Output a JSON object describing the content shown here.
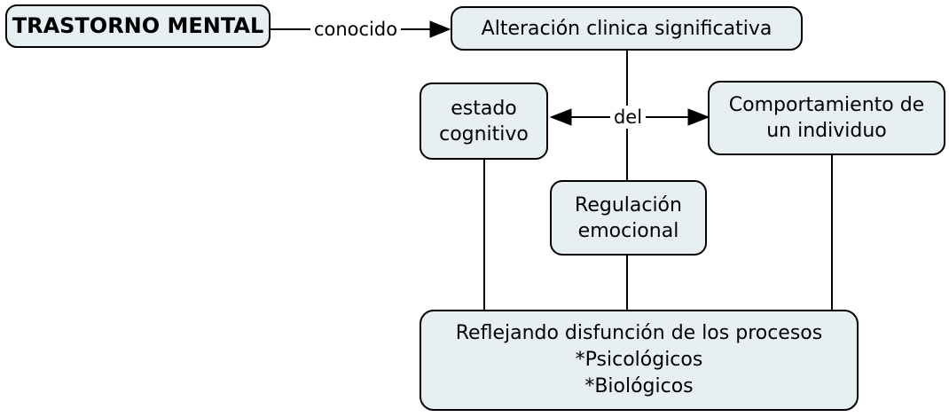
{
  "diagram": {
    "colors": {
      "background": "#ffffff",
      "node_fill": "#e8eff2",
      "node_border": "#000000",
      "text": "#000000"
    },
    "nodes": {
      "trastorno": {
        "label": "TRASTORNO MENTAL"
      },
      "alteracion": {
        "label": "Alteración clinica significativa"
      },
      "estado": {
        "label": "estado\ncognitivo"
      },
      "comportamiento": {
        "label": "Comportamiento de\nun individuo"
      },
      "regulacion": {
        "label": "Regulación\nemocional"
      },
      "reflejando": {
        "label": "Reflejando disfunción de los procesos\n*Psicológicos\n*Biológicos"
      }
    },
    "edge_labels": {
      "conocido": "conocido",
      "del": "del"
    }
  }
}
